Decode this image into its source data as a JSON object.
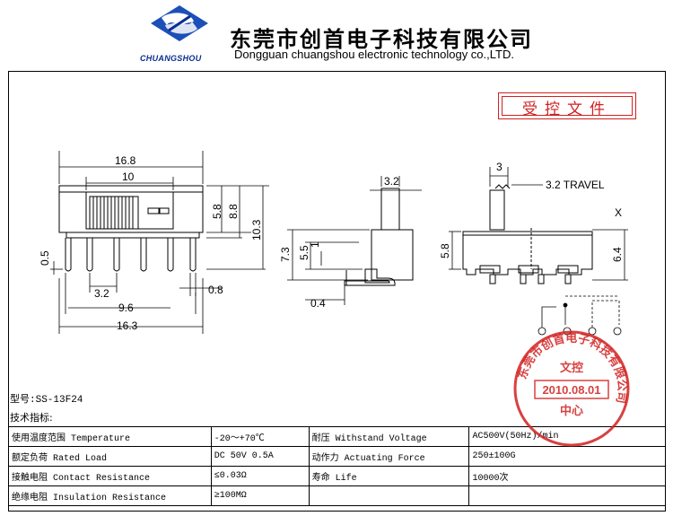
{
  "header": {
    "brand": "CHUANGSHOU",
    "company_cn": "东莞市创首电子科技有限公司",
    "company_en": "Dongguan chuangshou electronic technology co.,LTD."
  },
  "stamp_label": "受控文件",
  "drawing": {
    "front": {
      "w_total": "16.8",
      "w_slot": "10",
      "h_slot": "5.8",
      "h_body": "8.8",
      "h_total": "10.3",
      "pin_offset": "0.5",
      "pitch": "3.2",
      "pin_w": "0.8",
      "pin_span": "9.6",
      "base_w": "16.3"
    },
    "side": {
      "act_w": "3.2",
      "h_total": "7.3",
      "h_mid": "5.5",
      "h_small": "1",
      "thick": "0.4"
    },
    "top_view": {
      "act": "3",
      "travel": "3.2 TRAVEL",
      "x": "X",
      "h_left": "5.8",
      "h_right": "6.4"
    }
  },
  "model_line": "型号:SS-13F24",
  "tech_title": "技术指标:",
  "specs": [
    [
      "使用温度范围 Temperature",
      "-20～+70℃",
      "耐压 Withstand Voltage",
      "AC500V(50Hz)/min"
    ],
    [
      "额定负荷 Rated Load",
      "DC 50V 0.5A",
      "动作力 Actuating Force",
      "250±100G"
    ],
    [
      "接触电阻 Contact Resistance",
      "≤0.03Ω",
      "寿命 Life",
      "10000次"
    ],
    [
      "绝缘电阻 Insulation Resistance",
      "≥100MΩ",
      "",
      ""
    ]
  ],
  "seal": {
    "ring": "东莞市创首电子科技有限公司",
    "center_top": "文控",
    "date": "2010.08.01",
    "center_bottom": "中心"
  },
  "colors": {
    "brand_blue": "#0b2d8f",
    "stamp_red": "#d12020"
  }
}
